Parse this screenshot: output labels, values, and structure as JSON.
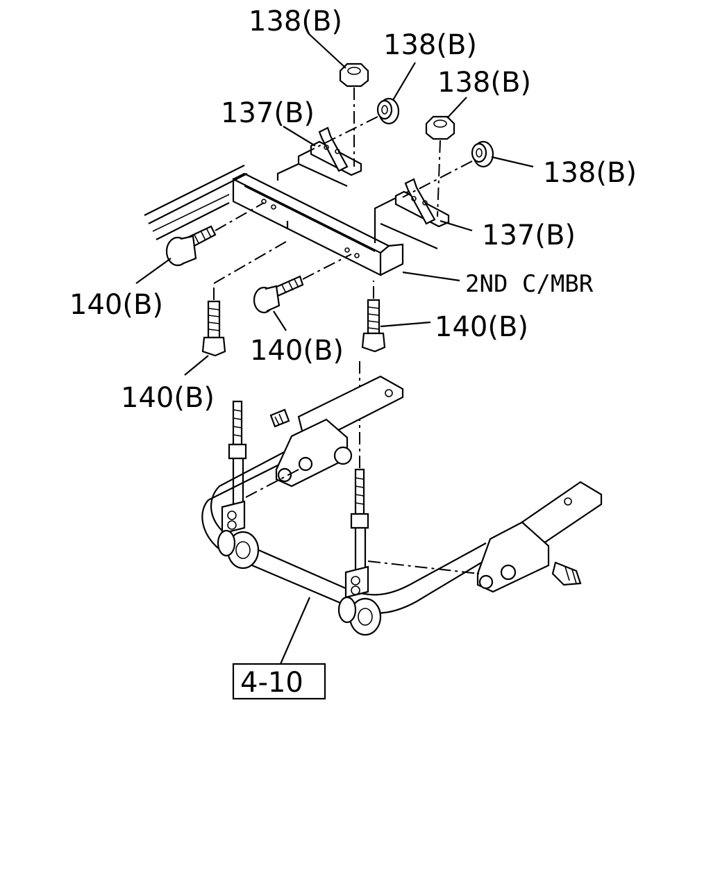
{
  "callouts": {
    "nut_top_1": "138(B)",
    "nut_top_2": "138(B)",
    "nut_top_3": "138(B)",
    "nut_right": "138(B)",
    "bracket_left": "137(B)",
    "bracket_right": "137(B)",
    "crossmember": "2ND C/MBR",
    "bolt_left": "140(B)",
    "bolt_center": "140(B)",
    "bolt_right": "140(B)",
    "bolt_lower_left": "140(B)",
    "ref_box": "4-10"
  }
}
